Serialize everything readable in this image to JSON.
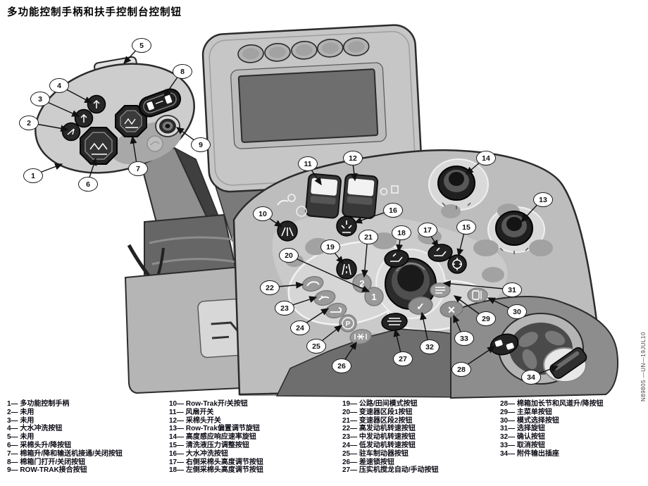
{
  "page": {
    "title": "多功能控制手柄和扶手控制台控制钮",
    "figure_code": "N89805 —UN—19JUL10"
  },
  "callouts": [
    "1",
    "2",
    "3",
    "4",
    "5",
    "6",
    "7",
    "8",
    "9",
    "10",
    "11",
    "12",
    "13",
    "14",
    "15",
    "16",
    "17",
    "18",
    "19",
    "20",
    "21",
    "22",
    "23",
    "24",
    "25",
    "26",
    "27",
    "28",
    "29",
    "30",
    "31",
    "32",
    "33",
    "34"
  ],
  "diagram": {
    "range_button_1": "1",
    "range_button_2": "2",
    "confirm_glyph": "✓",
    "cancel_glyph": "✕",
    "park_glyph": "P"
  },
  "legend": {
    "columns": [
      {
        "items": [
          "1— 多功能控制手柄",
          "2— 未用",
          "3— 未用",
          "4— 大水冲洗按钮",
          "5— 未用",
          "6— 采棉头升/降按钮",
          "7— 棉箱升/降和输送机接通/关闭按钮",
          "8— 棉箱门打开/关闭按钮",
          "9— ROW-TRAK接合按钮"
        ]
      },
      {
        "items": [
          "10— Row-Trak开/关按钮",
          "11— 风扇开关",
          "12— 采棉头开关",
          "13— Row-Trak偏置调节旋钮",
          "14— 高度感应响应速率旋钮",
          "15— 清洗液压力调整按钮",
          "16— 大水冲洗按钮",
          "17— 右侧采棉头高度调节按钮",
          "18— 左侧采棉头高度调节按钮"
        ]
      },
      {
        "items": [
          "19— 公路/田间模式按钮",
          "20— 变速器区段1按钮",
          "21— 变速器区段2按钮",
          "22— 高发动机转速按钮",
          "23— 中发动机转速按钮",
          "24— 低发动机转速按钮",
          "25— 驻车制动器按钮",
          "26— 差速锁按钮",
          "27— 压实机搅龙自动/手动按钮"
        ]
      },
      {
        "items": [
          "28— 棉箱加长节和风道升/降按钮",
          "29— 主菜单按钮",
          "30— 模式选择按钮",
          "31— 选择旋钮",
          "32— 确认按钮",
          "33— 取消按钮",
          "34— 附件输出插座"
        ]
      }
    ]
  },
  "colors": {
    "outline": "#2b2b2b",
    "panel_light": "#c6c6c6",
    "panel_mid": "#9b9b9b",
    "panel_dark": "#6e6e6e",
    "button_dark": "#232323"
  }
}
